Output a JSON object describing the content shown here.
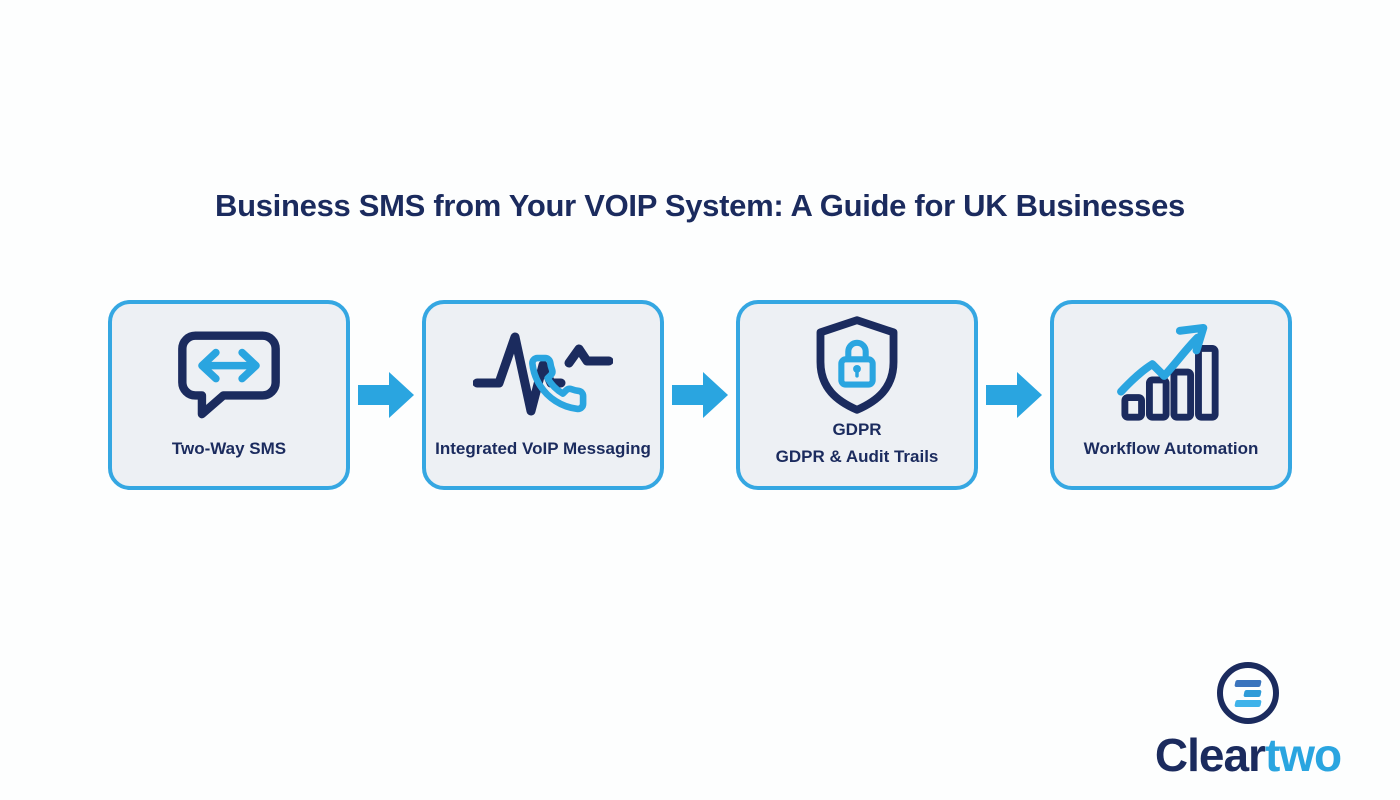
{
  "title": "Business SMS from Your VOIP System: A Guide for UK Businesses",
  "colors": {
    "navy": "#1b2b5e",
    "accent_blue": "#2aa5e0",
    "box_background": "#edf0f4",
    "box_border": "#35a7e2",
    "page_background": "#fdfefe"
  },
  "steps": [
    {
      "label": "Two-Way SMS",
      "icon": "two-way-sms-bubble-icon"
    },
    {
      "label": "Integrated VoIP Messaging",
      "icon": "voip-pulse-phone-icon"
    },
    {
      "top_label": "GDPR",
      "label": "GDPR & Audit Trails",
      "icon": "gdpr-shield-lock-icon"
    },
    {
      "label": "Workflow Automation",
      "icon": "workflow-growth-chart-icon"
    }
  ],
  "connector": {
    "icon": "flow-arrow-icon"
  },
  "logo": {
    "icon": "cleartwo-logo-icon",
    "text_primary": "Clear",
    "text_secondary": "two"
  }
}
